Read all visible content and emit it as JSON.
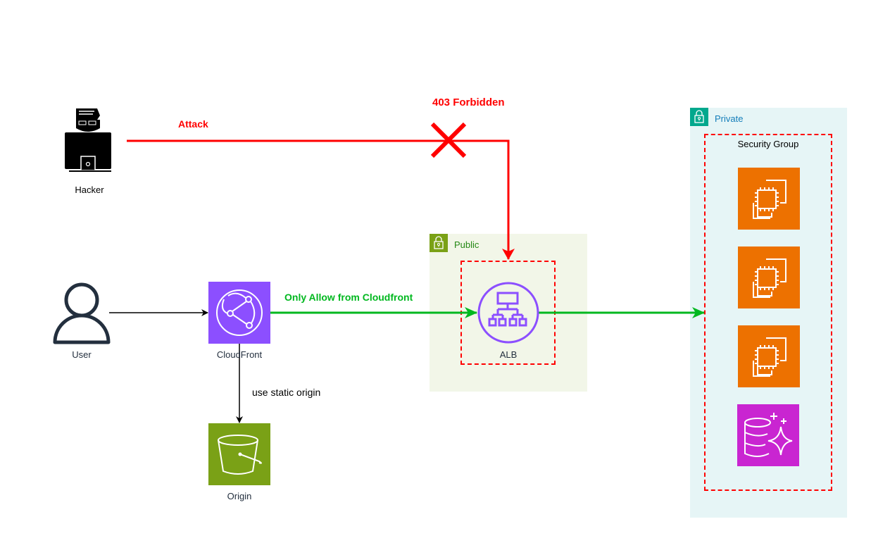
{
  "nodes": {
    "hacker": {
      "label": "Hacker",
      "icon": "hacker-icon"
    },
    "user": {
      "label": "User",
      "icon": "user-icon"
    },
    "cloudfront": {
      "label": "CloudFront",
      "icon": "cloudfront-icon",
      "color": "#8c4fff"
    },
    "origin": {
      "label": "Origin",
      "icon": "s3-bucket-icon",
      "color": "#7aa116"
    },
    "alb": {
      "label": "ALB",
      "icon": "load-balancer-icon",
      "color": "#8c4fff"
    },
    "ec2_instances": [
      {
        "icon": "ec2-instance-icon",
        "color": "#ed7100"
      },
      {
        "icon": "ec2-instance-icon",
        "color": "#ed7100"
      },
      {
        "icon": "ec2-instance-icon",
        "color": "#ed7100"
      }
    ],
    "database": {
      "icon": "aurora-database-icon",
      "color": "#c925d1"
    }
  },
  "zones": {
    "public": {
      "title": "Public",
      "icon": "lock-icon",
      "color": "#7aa116",
      "title_color": "#248814"
    },
    "private": {
      "title": "Private",
      "icon": "lock-icon",
      "color": "#01a88d",
      "title_color": "#147eba"
    },
    "security_group": {
      "title": "Security Group"
    }
  },
  "edges": {
    "attack": {
      "label": "Attack",
      "color": "#ff0000"
    },
    "blocked": {
      "label": "403 Forbidden",
      "icon": "x-blocked-icon",
      "color": "#ff0000"
    },
    "allow": {
      "label": "Only Allow from Cloudfront",
      "color": "#00b81f"
    },
    "static_origin": {
      "label": "use static origin"
    }
  }
}
